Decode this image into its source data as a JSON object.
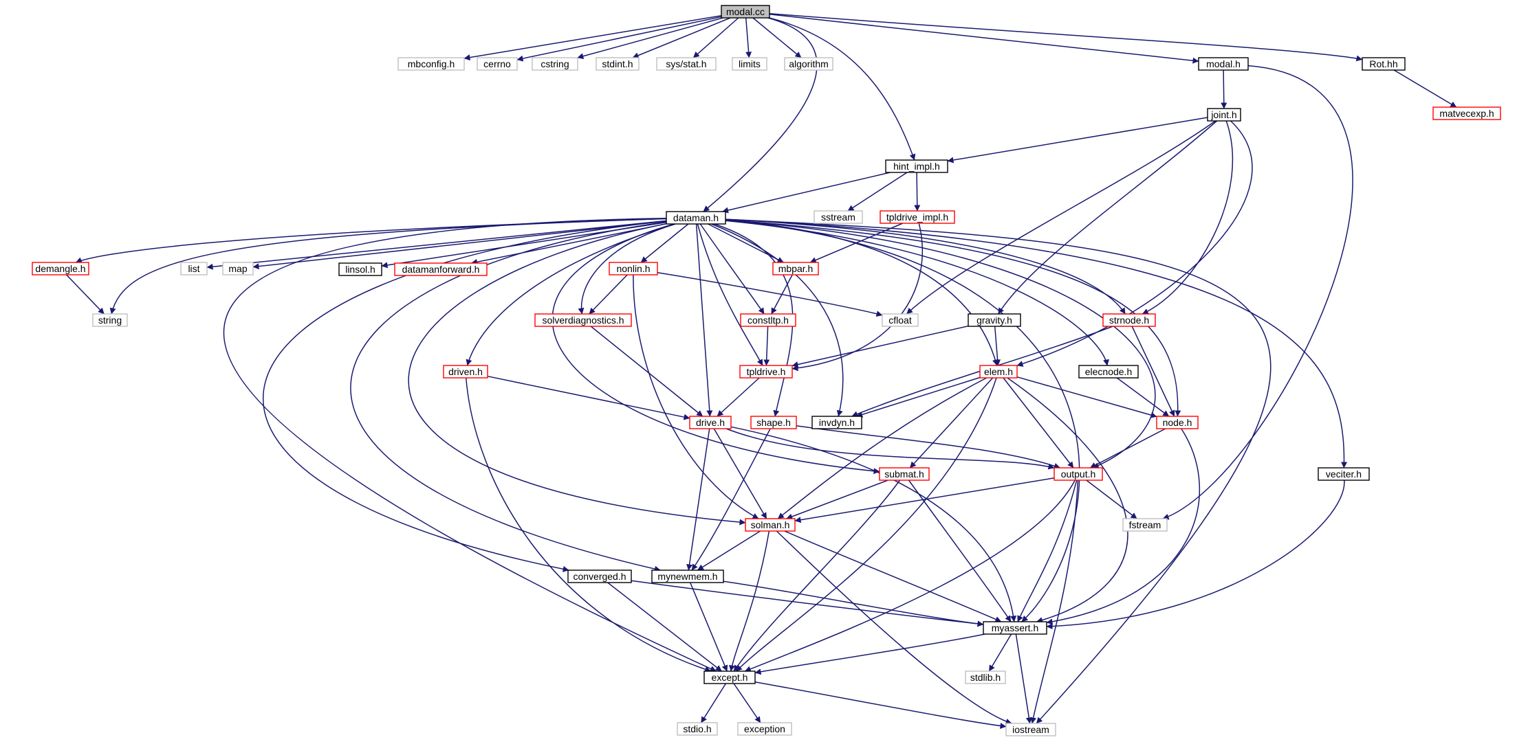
{
  "diagram": {
    "colors": {
      "edge": "#191970",
      "root_fill": "#bfbfbf",
      "normal_border": "#000000",
      "truncated_border": "#ff0000",
      "external_border": "#bfbfbf"
    },
    "nodes": [
      {
        "id": "modal_cc",
        "label": "modal.cc",
        "kind": "root"
      },
      {
        "id": "mbconfig",
        "label": "mbconfig.h",
        "kind": "external"
      },
      {
        "id": "cerrno",
        "label": "cerrno",
        "kind": "external"
      },
      {
        "id": "cstring",
        "label": "cstring",
        "kind": "external"
      },
      {
        "id": "stdint",
        "label": "stdint.h",
        "kind": "external"
      },
      {
        "id": "sysstat",
        "label": "sys/stat.h",
        "kind": "external"
      },
      {
        "id": "limits",
        "label": "limits",
        "kind": "external"
      },
      {
        "id": "algorithm",
        "label": "algorithm",
        "kind": "external"
      },
      {
        "id": "modal_h",
        "label": "modal.h",
        "kind": "normal"
      },
      {
        "id": "rot",
        "label": "Rot.hh",
        "kind": "normal"
      },
      {
        "id": "matvecexp",
        "label": "matvecexp.h",
        "kind": "truncated"
      },
      {
        "id": "joint",
        "label": "joint.h",
        "kind": "normal"
      },
      {
        "id": "hint_impl",
        "label": "hint_impl.h",
        "kind": "normal"
      },
      {
        "id": "sstream",
        "label": "sstream",
        "kind": "external"
      },
      {
        "id": "tpldrive_impl",
        "label": "tpldrive_impl.h",
        "kind": "truncated"
      },
      {
        "id": "dataman",
        "label": "dataman.h",
        "kind": "normal"
      },
      {
        "id": "demangle",
        "label": "demangle.h",
        "kind": "truncated"
      },
      {
        "id": "list",
        "label": "list",
        "kind": "external"
      },
      {
        "id": "map",
        "label": "map",
        "kind": "external"
      },
      {
        "id": "linsol",
        "label": "linsol.h",
        "kind": "normal"
      },
      {
        "id": "datamanforward",
        "label": "datamanforward.h",
        "kind": "truncated"
      },
      {
        "id": "nonlin",
        "label": "nonlin.h",
        "kind": "truncated"
      },
      {
        "id": "mbpar",
        "label": "mbpar.h",
        "kind": "truncated"
      },
      {
        "id": "string",
        "label": "string",
        "kind": "external"
      },
      {
        "id": "solverdiag",
        "label": "solverdiagnostics.h",
        "kind": "truncated"
      },
      {
        "id": "constltp",
        "label": "constltp.h",
        "kind": "truncated"
      },
      {
        "id": "cfloat",
        "label": "cfloat",
        "kind": "external"
      },
      {
        "id": "gravity",
        "label": "gravity.h",
        "kind": "normal"
      },
      {
        "id": "strnode",
        "label": "strnode.h",
        "kind": "truncated"
      },
      {
        "id": "driven",
        "label": "driven.h",
        "kind": "truncated"
      },
      {
        "id": "tpldrive",
        "label": "tpldrive.h",
        "kind": "truncated"
      },
      {
        "id": "elem",
        "label": "elem.h",
        "kind": "truncated"
      },
      {
        "id": "elecnode",
        "label": "elecnode.h",
        "kind": "normal"
      },
      {
        "id": "drive",
        "label": "drive.h",
        "kind": "truncated"
      },
      {
        "id": "shape",
        "label": "shape.h",
        "kind": "truncated"
      },
      {
        "id": "invdyn",
        "label": "invdyn.h",
        "kind": "normal"
      },
      {
        "id": "node",
        "label": "node.h",
        "kind": "truncated"
      },
      {
        "id": "submat",
        "label": "submat.h",
        "kind": "truncated"
      },
      {
        "id": "output",
        "label": "output.h",
        "kind": "truncated"
      },
      {
        "id": "veciter",
        "label": "veciter.h",
        "kind": "normal"
      },
      {
        "id": "solman",
        "label": "solman.h",
        "kind": "truncated"
      },
      {
        "id": "fstream",
        "label": "fstream",
        "kind": "external"
      },
      {
        "id": "converged",
        "label": "converged.h",
        "kind": "normal"
      },
      {
        "id": "mynewmem",
        "label": "mynewmem.h",
        "kind": "normal"
      },
      {
        "id": "myassert",
        "label": "myassert.h",
        "kind": "normal"
      },
      {
        "id": "except",
        "label": "except.h",
        "kind": "normal"
      },
      {
        "id": "stdlib",
        "label": "stdlib.h",
        "kind": "external"
      },
      {
        "id": "stdio",
        "label": "stdio.h",
        "kind": "external"
      },
      {
        "id": "exception",
        "label": "exception",
        "kind": "external"
      },
      {
        "id": "iostream",
        "label": "iostream",
        "kind": "external"
      }
    ],
    "edges": [
      [
        "modal_cc",
        "mbconfig"
      ],
      [
        "modal_cc",
        "cerrno"
      ],
      [
        "modal_cc",
        "cstring"
      ],
      [
        "modal_cc",
        "stdint"
      ],
      [
        "modal_cc",
        "sysstat"
      ],
      [
        "modal_cc",
        "limits"
      ],
      [
        "modal_cc",
        "algorithm"
      ],
      [
        "modal_cc",
        "dataman"
      ],
      [
        "modal_cc",
        "hint_impl"
      ],
      [
        "modal_cc",
        "modal_h"
      ],
      [
        "modal_cc",
        "rot"
      ],
      [
        "rot",
        "matvecexp"
      ],
      [
        "modal_h",
        "joint"
      ],
      [
        "modal_h",
        "fstream"
      ],
      [
        "joint",
        "hint_impl"
      ],
      [
        "joint",
        "cfloat"
      ],
      [
        "joint",
        "gravity"
      ],
      [
        "joint",
        "strnode"
      ],
      [
        "joint",
        "elem"
      ],
      [
        "hint_impl",
        "dataman"
      ],
      [
        "hint_impl",
        "sstream"
      ],
      [
        "hint_impl",
        "tpldrive_impl"
      ],
      [
        "tpldrive_impl",
        "mbpar"
      ],
      [
        "tpldrive_impl",
        "tpldrive"
      ],
      [
        "dataman",
        "demangle"
      ],
      [
        "dataman",
        "string"
      ],
      [
        "dataman",
        "list"
      ],
      [
        "dataman",
        "map"
      ],
      [
        "dataman",
        "linsol"
      ],
      [
        "dataman",
        "datamanforward"
      ],
      [
        "dataman",
        "nonlin"
      ],
      [
        "dataman",
        "mbpar"
      ],
      [
        "dataman",
        "solverdiag"
      ],
      [
        "dataman",
        "constltp"
      ],
      [
        "dataman",
        "tpldrive"
      ],
      [
        "dataman",
        "driven"
      ],
      [
        "dataman",
        "drive"
      ],
      [
        "dataman",
        "shape"
      ],
      [
        "dataman",
        "invdyn"
      ],
      [
        "dataman",
        "elem"
      ],
      [
        "dataman",
        "elecnode"
      ],
      [
        "dataman",
        "strnode"
      ],
      [
        "dataman",
        "node"
      ],
      [
        "dataman",
        "output"
      ],
      [
        "dataman",
        "myassert"
      ],
      [
        "dataman",
        "veciter"
      ],
      [
        "dataman",
        "iostream"
      ],
      [
        "dataman",
        "except"
      ],
      [
        "dataman",
        "converged"
      ],
      [
        "dataman",
        "mynewmem"
      ],
      [
        "dataman",
        "solman"
      ],
      [
        "dataman",
        "submat"
      ],
      [
        "demangle",
        "string"
      ],
      [
        "nonlin",
        "solverdiag"
      ],
      [
        "nonlin",
        "cfloat"
      ],
      [
        "nonlin",
        "solman"
      ],
      [
        "mbpar",
        "constltp"
      ],
      [
        "constltp",
        "tpldrive"
      ],
      [
        "solverdiag",
        "drive"
      ],
      [
        "gravity",
        "tpldrive"
      ],
      [
        "gravity",
        "elem"
      ],
      [
        "tpldrive",
        "drive"
      ],
      [
        "strnode",
        "invdyn"
      ],
      [
        "strnode",
        "node"
      ],
      [
        "driven",
        "drive"
      ],
      [
        "driven",
        "except"
      ],
      [
        "elem",
        "invdyn"
      ],
      [
        "elem",
        "node"
      ],
      [
        "elem",
        "output"
      ],
      [
        "elem",
        "submat"
      ],
      [
        "elem",
        "solman"
      ],
      [
        "elem",
        "myassert"
      ],
      [
        "elem",
        "except"
      ],
      [
        "elecnode",
        "node"
      ],
      [
        "drive",
        "output"
      ],
      [
        "drive",
        "solman"
      ],
      [
        "drive",
        "mynewmem"
      ],
      [
        "drive",
        "myassert"
      ],
      [
        "shape",
        "mynewmem"
      ],
      [
        "shape",
        "output"
      ],
      [
        "node",
        "output"
      ],
      [
        "node",
        "myassert"
      ],
      [
        "submat",
        "solman"
      ],
      [
        "submat",
        "myassert"
      ],
      [
        "submat",
        "except"
      ],
      [
        "output",
        "solman"
      ],
      [
        "output",
        "fstream"
      ],
      [
        "output",
        "myassert"
      ],
      [
        "output",
        "except"
      ],
      [
        "output",
        "iostream"
      ],
      [
        "veciter",
        "myassert"
      ],
      [
        "solman",
        "mynewmem"
      ],
      [
        "solman",
        "myassert"
      ],
      [
        "solman",
        "except"
      ],
      [
        "solman",
        "iostream"
      ],
      [
        "converged",
        "myassert"
      ],
      [
        "converged",
        "except"
      ],
      [
        "mynewmem",
        "myassert"
      ],
      [
        "mynewmem",
        "except"
      ],
      [
        "myassert",
        "except"
      ],
      [
        "myassert",
        "stdlib"
      ],
      [
        "myassert",
        "iostream"
      ],
      [
        "except",
        "stdio"
      ],
      [
        "except",
        "exception"
      ],
      [
        "except",
        "iostream"
      ]
    ]
  }
}
